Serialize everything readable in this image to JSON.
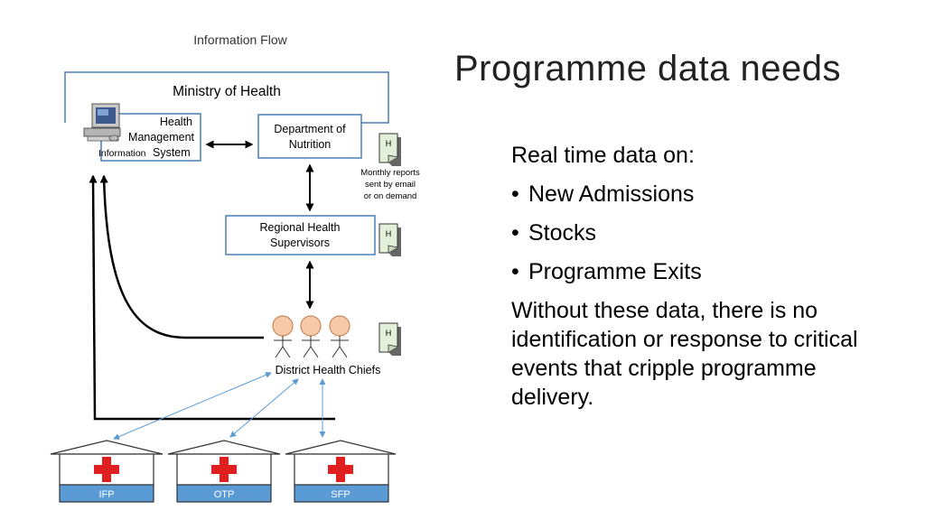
{
  "flow_title": "Information Flow",
  "ministry": "Ministry of Health",
  "hmis": [
    "Health",
    "Management",
    "Information",
    "System"
  ],
  "dept": [
    "Department of",
    "Nutrition"
  ],
  "monthly": [
    "Monthly reports",
    "sent by email",
    "or on demand"
  ],
  "regional": [
    "Regional Health",
    "Supervisors"
  ],
  "district": "District Health Chiefs",
  "doc_letter": "H",
  "facilities": [
    "IFP",
    "OTP",
    "SFP"
  ],
  "slide_title": "Programme data needs",
  "body": {
    "intro": "Real time data on:",
    "bullet_char": "•",
    "bullets": [
      "New Admissions",
      "Stocks",
      "Programme Exits"
    ],
    "closing": "Without these data, there is no identification or response to critical events that cripple programme delivery."
  },
  "colors": {
    "facility_band": "#5b9bd5",
    "cross": "#e02020",
    "person_fill": "#f8c9a8",
    "doc_fill": "#e2efd9",
    "arrow_blue": "#5b9bd5"
  }
}
